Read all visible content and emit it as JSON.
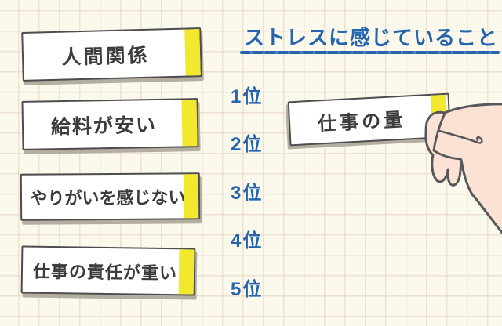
{
  "title": "ストレスに感じていること",
  "ranking": {
    "items": [
      {
        "rank": 1,
        "label": "1位"
      },
      {
        "rank": 2,
        "label": "2位"
      },
      {
        "rank": 3,
        "label": "3位"
      },
      {
        "rank": 4,
        "label": "4位"
      },
      {
        "rank": 5,
        "label": "5位"
      }
    ]
  },
  "notes": {
    "candidates": [
      {
        "label": "人間関係"
      },
      {
        "label": "給料が安い"
      },
      {
        "label": "やりがいを感じない"
      },
      {
        "label": "仕事の責任が重い"
      }
    ],
    "held": {
      "label": "仕事の量"
    }
  },
  "icons": {
    "hand": "hand-holding-note-icon"
  },
  "colors": {
    "background": "#fbf8ec",
    "grid_line": "#eeddc9",
    "accent_blue": "#2565ae",
    "note_border": "#4d4d4f",
    "note_tab_yellow": "#f2e92f",
    "note_shadow": "#b4aea1",
    "ink": "#3c3c3c",
    "skin": "#fbe2d4",
    "hand_outline": "#56575a"
  }
}
